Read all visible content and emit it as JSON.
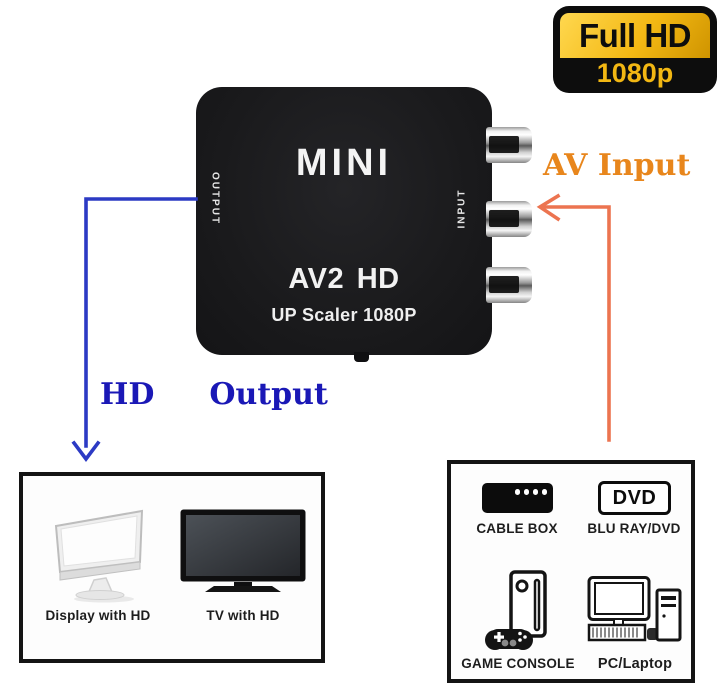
{
  "badge": {
    "line1": "Full HD",
    "line2": "1080p"
  },
  "device": {
    "brand": "MINI",
    "model": "AV2 HD",
    "subtitle": "UP Scaler 1080P",
    "left_port_label": "OUTPUT",
    "right_port_label": "INPUT",
    "rca_port_count": 3
  },
  "annotations": {
    "av_input": {
      "label": "AV Input"
    },
    "hd_output": {
      "word1": "HD",
      "word2": "Output"
    }
  },
  "output_box": {
    "items": [
      {
        "icon": "desktop-monitor",
        "label": "Display with HD"
      },
      {
        "icon": "tv",
        "label": "TV with HD"
      }
    ]
  },
  "input_box": {
    "items": [
      {
        "icon": "cable-box",
        "label": "CABLE BOX"
      },
      {
        "icon": "dvd-logo",
        "icon_text": "DVD",
        "label": "BLU RAY/DVD"
      },
      {
        "icon": "game-console",
        "label": "GAME CONSOLE"
      },
      {
        "icon": "desktop-pc",
        "label": "PC/Laptop"
      }
    ]
  },
  "colors": {
    "orange_text": "#e8861c",
    "orange_arrow": "#ec7450",
    "blue_text": "#1a18b6",
    "blue_arrow": "#2c3ac4",
    "gold": "#f2b713",
    "device_body": "#1c1c1e",
    "box_border": "#141414"
  }
}
